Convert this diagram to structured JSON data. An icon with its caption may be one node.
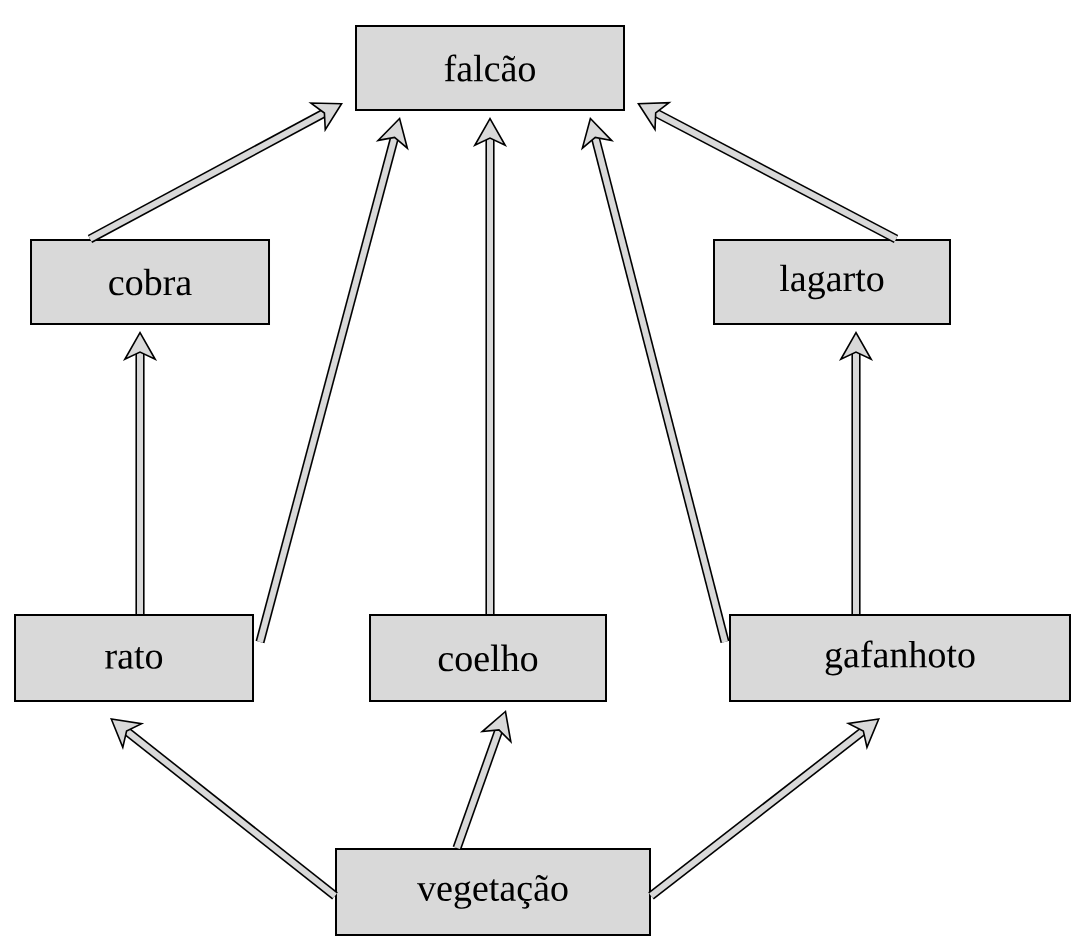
{
  "diagram": {
    "nodes": [
      {
        "text": [
          "falcão"
        ]
      },
      {
        "text": [
          "cobra"
        ]
      },
      {
        "text": [
          "lagarto"
        ]
      },
      {
        "text": [
          "rato"
        ]
      },
      {
        "text": [
          "coelho"
        ]
      },
      {
        "text": [
          "gafanhoto"
        ]
      },
      {
        "text": [
          "vegetação"
        ]
      }
    ],
    "edges": [
      {
        "from": 1,
        "to": 0,
        "arrow": "to"
      },
      {
        "from": 2,
        "to": 0,
        "arrow": "to"
      },
      {
        "from": 3,
        "to": 1,
        "arrow": "to"
      },
      {
        "from": 3,
        "to": 0,
        "arrow": "to"
      },
      {
        "from": 4,
        "to": 0,
        "arrow": "to"
      },
      {
        "from": 5,
        "to": 0,
        "arrow": "to"
      },
      {
        "from": 5,
        "to": 2,
        "arrow": "to"
      },
      {
        "from": 6,
        "to": 3,
        "arrow": "to"
      },
      {
        "from": 6,
        "to": 4,
        "arrow": "to"
      },
      {
        "from": 6,
        "to": 5,
        "arrow": "to"
      }
    ]
  }
}
